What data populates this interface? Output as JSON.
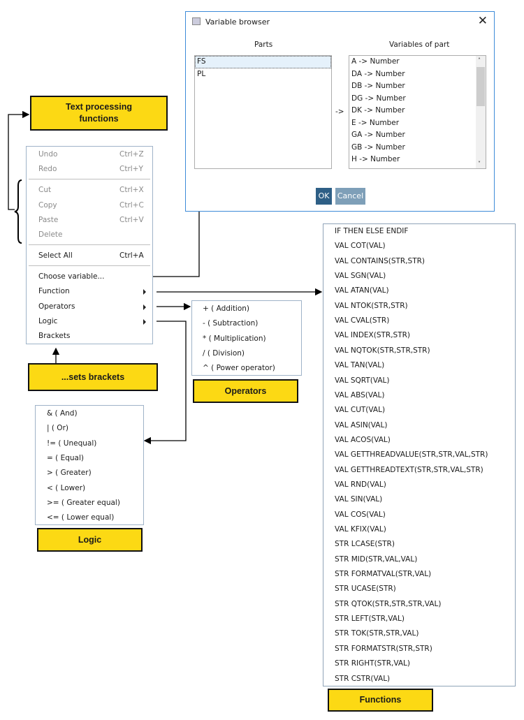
{
  "dialog": {
    "title": "Variable browser",
    "close_icon": "close-icon",
    "parts_label": "Parts",
    "variables_label": "Variables of part",
    "arrow_text": "->",
    "parts": [
      "FS",
      "PL"
    ],
    "selected_part": "FS",
    "variables": [
      "A -> Number",
      "DA -> Number",
      "DB -> Number",
      "DG -> Number",
      "DK -> Number",
      "E -> Number",
      "GA -> Number",
      "GB -> Number",
      "H -> Number"
    ],
    "ok_label": "OK",
    "cancel_label": "Cancel"
  },
  "callouts": {
    "text_processing": "Text processing functions",
    "sets_brackets": "...sets brackets",
    "operators": "Operators",
    "logic": "Logic",
    "functions": "Functions"
  },
  "context_menu": {
    "items": [
      {
        "label": "Undo",
        "shortcut": "Ctrl+Z"
      },
      {
        "label": "Redo",
        "shortcut": "Ctrl+Y"
      },
      {
        "label": "Cut",
        "shortcut": "Ctrl+X"
      },
      {
        "label": "Copy",
        "shortcut": "Ctrl+C"
      },
      {
        "label": "Paste",
        "shortcut": "Ctrl+V"
      },
      {
        "label": "Delete",
        "shortcut": ""
      },
      {
        "label": "Select All",
        "shortcut": "Ctrl+A"
      },
      {
        "label": "Choose variable...",
        "shortcut": ""
      },
      {
        "label": "Function",
        "shortcut": ""
      },
      {
        "label": "Operators",
        "shortcut": ""
      },
      {
        "label": "Logic",
        "shortcut": ""
      },
      {
        "label": "Brackets",
        "shortcut": ""
      }
    ]
  },
  "operators_menu": [
    "+ ( Addition)",
    "- ( Subtraction)",
    "* ( Multiplication)",
    "/ ( Division)",
    "^ ( Power operator)"
  ],
  "logic_menu": [
    "& ( And)",
    "| ( Or)",
    "!= ( Unequal)",
    "= ( Equal)",
    "> ( Greater)",
    "< ( Lower)",
    ">= ( Greater equal)",
    "<= ( Lower equal)"
  ],
  "functions_menu": [
    "IF THEN ELSE ENDIF",
    "VAL COT(VAL)",
    "VAL CONTAINS(STR,STR)",
    "VAL SGN(VAL)",
    "VAL ATAN(VAL)",
    "VAL NTOK(STR,STR)",
    "VAL CVAL(STR)",
    "VAL INDEX(STR,STR)",
    "VAL NQTOK(STR,STR,STR)",
    "VAL TAN(VAL)",
    "VAL SQRT(VAL)",
    "VAL ABS(VAL)",
    "VAL CUT(VAL)",
    "VAL ASIN(VAL)",
    "VAL ACOS(VAL)",
    "VAL GETTHREADVALUE(STR,STR,VAL,STR)",
    "VAL GETTHREADTEXT(STR,STR,VAL,STR)",
    "VAL RND(VAL)",
    "VAL SIN(VAL)",
    "VAL COS(VAL)",
    "VAL KFIX(VAL)",
    "STR LCASE(STR)",
    "STR MID(STR,VAL,VAL)",
    "STR FORMATVAL(STR,VAL)",
    "STR UCASE(STR)",
    "STR QTOK(STR,STR,STR,VAL)",
    "STR LEFT(STR,VAL)",
    "STR TOK(STR,STR,VAL)",
    "STR FORMATSTR(STR,STR)",
    "STR RIGHT(STR,VAL)",
    "STR CSTR(VAL)"
  ],
  "colors": {
    "callout": "#fcd914",
    "ok_button": "#2e5f86",
    "cancel_button": "#7e9fb8",
    "dialog_border": "#3d8bd8"
  }
}
